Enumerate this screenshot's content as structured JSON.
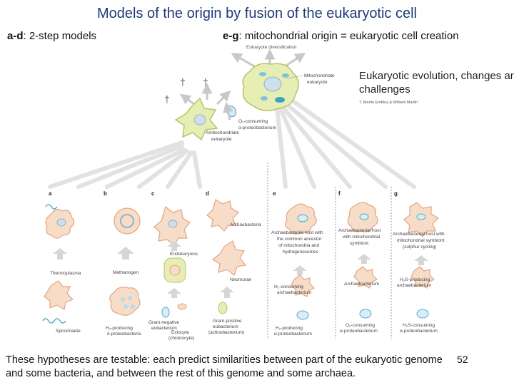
{
  "title": "Models of the origin by fusion of the eukaryotic cell",
  "subheads": {
    "left_key": "a-d",
    "left_text": ": 2-step models",
    "right_key": "e-g",
    "right_text": ": mitochondrial origin = eukaryotic cell creation"
  },
  "figure": {
    "top_label": "Eukaryote diversification",
    "mito_eukaryote": [
      "Mitochondriate",
      "eukaryote"
    ],
    "o2_consuming": [
      "O₂-consuming",
      "α-proteobacterium"
    ],
    "amito_eukaryote": [
      "Amitochondriate",
      "eukaryote"
    ],
    "book_title": [
      "Eukaryotic evolution, changes and",
      "challenges"
    ],
    "book_authors": "T. Martin Embley & William Martin",
    "panel_letters": [
      "a",
      "b",
      "c",
      "d",
      "e",
      "f",
      "g"
    ],
    "labels": {
      "archaebacteria": "Archaebacteria",
      "endokaryosis": "Endokaryosis",
      "thermoplasma": "Thermoplasma",
      "methanogen": "Methanogen",
      "neomuran": "Neomuran",
      "spirochaete": "Spirochaete",
      "h2_delta": [
        "H₂-producing",
        "δ-proteobacteria"
      ],
      "gram_neg": [
        "Gram-negative",
        "eubacterium",
        "Ectocyte",
        "(chronocyte)"
      ],
      "gram_pos": [
        "Gram-positive",
        "eubacterium",
        "(actinobacterium)"
      ],
      "e_host": [
        "Archaebacterial host with",
        "the common ancestor",
        "of mitochondria and",
        "hydrogenosomes"
      ],
      "f_host": [
        "Archaebacterial host",
        "with mitochondrial",
        "symbiont"
      ],
      "g_host": [
        "Archaebacterial host with",
        "mitochondrial symbiont",
        "(sulphur cycling)"
      ],
      "e_h2_arch": [
        "H₂-consuming",
        "archaebacterium"
      ],
      "f_arch": "Archaebacterium",
      "g_h2s_arch": [
        "H₂S-producing",
        "archaebacterium"
      ],
      "e_h2_alpha": [
        "H₂-producing",
        "α-proteobacterium"
      ],
      "f_o2_alpha": [
        "O₂-consuming",
        "α-proteobacterium"
      ],
      "g_h2s_alpha": [
        "H₂S-consuming",
        "α-proteobacterium"
      ]
    }
  },
  "caption": "These hypotheses are testable: each predict similarities between part of the eukaryotic genome and some bacteria, and between the rest of this genome and some archaea.",
  "page_number": "52"
}
